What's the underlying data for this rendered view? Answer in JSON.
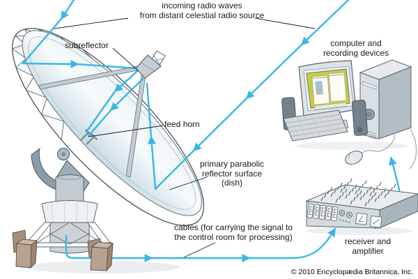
{
  "diagram": {
    "labels": {
      "incoming_waves": "incoming radio waves\nfrom distant celestial radio source",
      "subreflector": "subreflector",
      "feed_horn": "feed horn",
      "primary_reflector": "primary parabolic\nreflector surface\n(dish)",
      "cables": "cables (for carrying the signal to\nthe control room for processing)",
      "receiver_amplifier": "receiver and\namplifier",
      "computer_devices": "computer and\nrecording devices"
    },
    "copyright": "© 2010 Encyclopædia Britannica, Inc.",
    "colors": {
      "signal_ray": "#38b6e8",
      "outline": "#45545e",
      "label_text": "#1a1a1a",
      "background": "#ffffff",
      "dish_light": "#f2f7f9",
      "dish_shade": "#c9dae3",
      "metal": "#c3cbd0",
      "metal_dark": "#8d9ca6",
      "concrete": "#b7a190",
      "screen_green": "#c6cc3f"
    }
  }
}
